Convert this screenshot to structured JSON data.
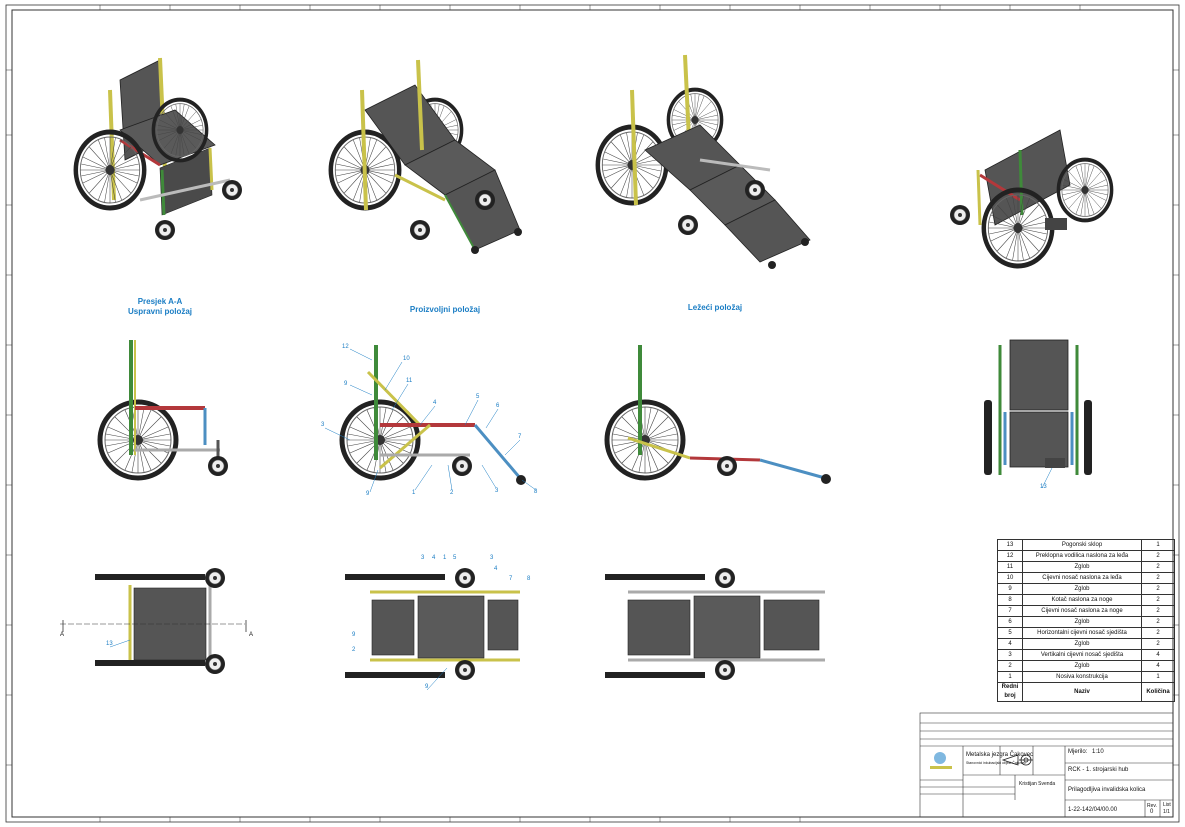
{
  "views": {
    "captions": [
      {
        "line1": "Presjek A-A",
        "line2": "Uspravni položaj"
      },
      {
        "line1": "Proizvoljni položaj",
        "line2": ""
      },
      {
        "line1": "Ležeći položaj",
        "line2": ""
      }
    ],
    "section_marker": "A",
    "balloons_side": [
      "12",
      "10",
      "9",
      "11",
      "4",
      "5",
      "6",
      "7",
      "3",
      "1",
      "2",
      "3",
      "8",
      "9"
    ],
    "balloons_top": [
      "3",
      "4",
      "1",
      "5",
      "3",
      "4",
      "7",
      "8",
      "9",
      "2",
      "9"
    ],
    "balloon_13": "13"
  },
  "bom": {
    "rows": [
      {
        "no": "13",
        "name": "Pogonski sklop",
        "qty": "1"
      },
      {
        "no": "12",
        "name": "Preklopna vodilica naslona za leđa",
        "qty": "2"
      },
      {
        "no": "11",
        "name": "Zglob",
        "qty": "2"
      },
      {
        "no": "10",
        "name": "Cijevni nosač naslona za leđa",
        "qty": "2"
      },
      {
        "no": "9",
        "name": "Zglob",
        "qty": "2"
      },
      {
        "no": "8",
        "name": "Kotač naslona za noge",
        "qty": "2"
      },
      {
        "no": "7",
        "name": "Cijevni nosač naslona za noge",
        "qty": "2"
      },
      {
        "no": "6",
        "name": "Zglob",
        "qty": "2"
      },
      {
        "no": "5",
        "name": "Horizontalni cijevni nosač sjedišta",
        "qty": "2"
      },
      {
        "no": "4",
        "name": "Zglob",
        "qty": "2"
      },
      {
        "no": "3",
        "name": "Vertikalni cijevni nosač sjedišta",
        "qty": "4"
      },
      {
        "no": "2",
        "name": "Zglob",
        "qty": "4"
      },
      {
        "no": "1",
        "name": "Nosiva konstrukcija",
        "qty": "1"
      }
    ],
    "header": {
      "no": "Redni broj",
      "name": "Naziv",
      "qty": "Količina"
    }
  },
  "title_block": {
    "company": "Metalska jezgra Čakovec",
    "company_sub": "Stanovnici inkubacijski objekt Čakovec",
    "scale_label": "Mjerilo:",
    "scale": "1:10",
    "project": "RCK - 1. strojarski hub",
    "designer": "Kristijan Svenda",
    "title": "Prilagodljiva invalidska kolica",
    "drawing_no": "1-22-142/04/00.00",
    "rev_label": "Rev.",
    "rev": "0",
    "sheet_label": "List",
    "sheet": "1/1"
  },
  "colors": {
    "frame": "#333333",
    "tube": "#c8c8c8",
    "seat": "#555555",
    "yellow": "#c9c24a",
    "green": "#3f8a3a",
    "red": "#b3383b",
    "blue": "#4c8fc2",
    "accent": "#1a7dc4"
  }
}
